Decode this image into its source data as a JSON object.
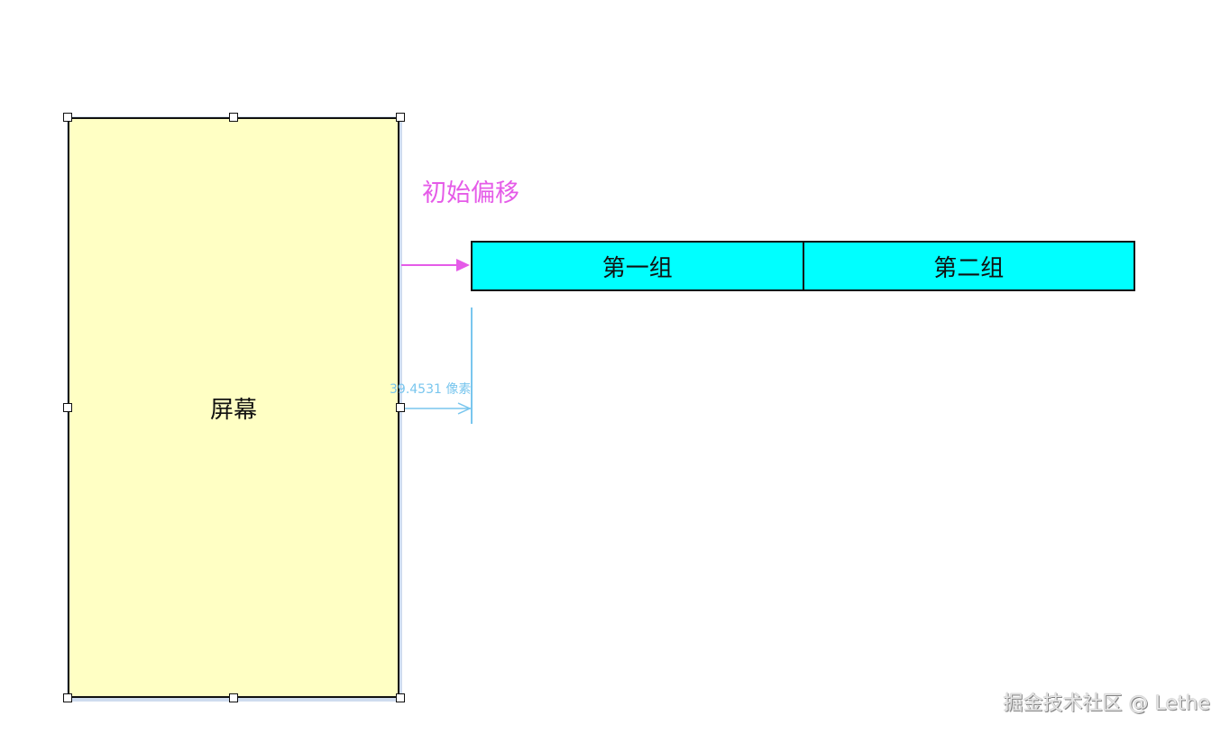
{
  "screen": {
    "label": "屏幕",
    "fill": "#ffffc4"
  },
  "offset": {
    "label": "初始偏移",
    "color": "#e55be8"
  },
  "groups": [
    {
      "label": "第一组"
    },
    {
      "label": "第二组"
    }
  ],
  "groups_fill": "#00ffff",
  "measurement": {
    "label": "39.4531 像素",
    "color": "#79c6ee"
  },
  "watermark": "掘金技术社区 @ Lethe"
}
